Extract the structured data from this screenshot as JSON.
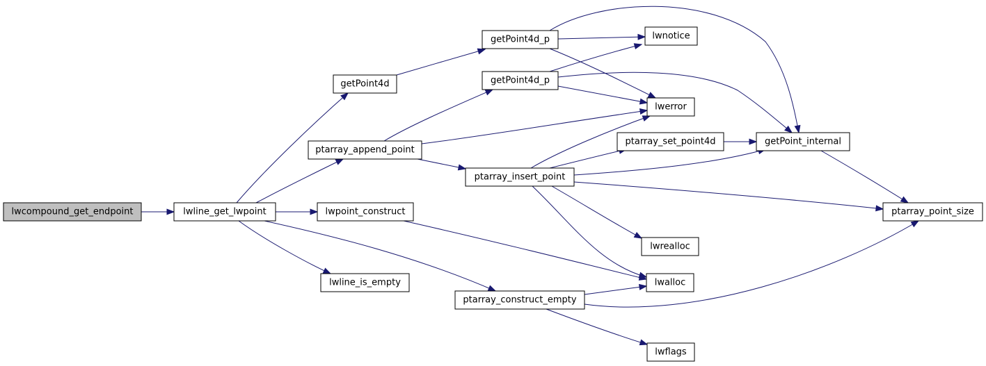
{
  "graph": {
    "root": "lwcompound_get_endpoint",
    "colors": {
      "edge": "#191970",
      "root_fill": "#bfbfbf",
      "node_fill": "#ffffff",
      "node_border": "#000000"
    },
    "nodes": [
      {
        "id": "lwcompound_get_endpoint",
        "label": "lwcompound_get_endpoint",
        "root": true
      },
      {
        "id": "lwline_get_lwpoint",
        "label": "lwline_get_lwpoint"
      },
      {
        "id": "getPoint4d",
        "label": "getPoint4d"
      },
      {
        "id": "ptarray_append_point",
        "label": "ptarray_append_point"
      },
      {
        "id": "lwpoint_construct",
        "label": "lwpoint_construct"
      },
      {
        "id": "lwline_is_empty",
        "label": "lwline_is_empty"
      },
      {
        "id": "ptarray_construct_empty",
        "label": "ptarray_construct_empty"
      },
      {
        "id": "getPoint4d_p_1",
        "label": "getPoint4d_p"
      },
      {
        "id": "getPoint4d_p_2",
        "label": "getPoint4d_p"
      },
      {
        "id": "ptarray_insert_point",
        "label": "ptarray_insert_point"
      },
      {
        "id": "lwnotice",
        "label": "lwnotice"
      },
      {
        "id": "lwerror",
        "label": "lwerror"
      },
      {
        "id": "ptarray_set_point4d",
        "label": "ptarray_set_point4d"
      },
      {
        "id": "lwrealloc",
        "label": "lwrealloc"
      },
      {
        "id": "lwalloc",
        "label": "lwalloc"
      },
      {
        "id": "lwflags",
        "label": "lwflags"
      },
      {
        "id": "getPoint_internal",
        "label": "getPoint_internal"
      },
      {
        "id": "ptarray_point_size",
        "label": "ptarray_point_size"
      }
    ],
    "edges": [
      {
        "from": "lwcompound_get_endpoint",
        "to": "lwline_get_lwpoint"
      },
      {
        "from": "lwline_get_lwpoint",
        "to": "getPoint4d"
      },
      {
        "from": "lwline_get_lwpoint",
        "to": "ptarray_append_point"
      },
      {
        "from": "lwline_get_lwpoint",
        "to": "lwpoint_construct"
      },
      {
        "from": "lwline_get_lwpoint",
        "to": "lwline_is_empty"
      },
      {
        "from": "lwline_get_lwpoint",
        "to": "ptarray_construct_empty"
      },
      {
        "from": "getPoint4d",
        "to": "getPoint4d_p_1"
      },
      {
        "from": "getPoint4d_p_1",
        "to": "lwnotice"
      },
      {
        "from": "getPoint4d_p_1",
        "to": "getPoint_internal"
      },
      {
        "from": "getPoint4d_p_1",
        "to": "lwerror"
      },
      {
        "from": "ptarray_append_point",
        "to": "getPoint4d_p_2"
      },
      {
        "from": "ptarray_append_point",
        "to": "lwerror"
      },
      {
        "from": "ptarray_append_point",
        "to": "ptarray_insert_point"
      },
      {
        "from": "getPoint4d_p_2",
        "to": "lwnotice"
      },
      {
        "from": "getPoint4d_p_2",
        "to": "lwerror"
      },
      {
        "from": "getPoint4d_p_2",
        "to": "getPoint_internal"
      },
      {
        "from": "ptarray_insert_point",
        "to": "lwerror"
      },
      {
        "from": "ptarray_insert_point",
        "to": "ptarray_set_point4d"
      },
      {
        "from": "ptarray_insert_point",
        "to": "getPoint_internal"
      },
      {
        "from": "ptarray_insert_point",
        "to": "ptarray_point_size"
      },
      {
        "from": "ptarray_insert_point",
        "to": "lwrealloc"
      },
      {
        "from": "ptarray_insert_point",
        "to": "lwalloc"
      },
      {
        "from": "ptarray_set_point4d",
        "to": "getPoint_internal"
      },
      {
        "from": "getPoint_internal",
        "to": "ptarray_point_size"
      },
      {
        "from": "lwpoint_construct",
        "to": "lwalloc"
      },
      {
        "from": "ptarray_construct_empty",
        "to": "lwalloc"
      },
      {
        "from": "ptarray_construct_empty",
        "to": "ptarray_point_size"
      },
      {
        "from": "ptarray_construct_empty",
        "to": "lwflags"
      }
    ]
  }
}
